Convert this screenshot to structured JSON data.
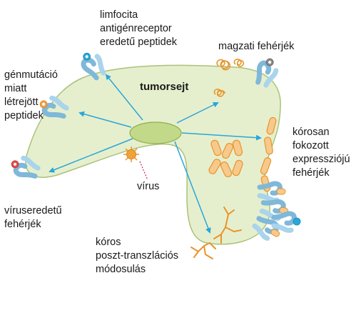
{
  "labels": {
    "cell": "tumorsejt",
    "lymphocyte": [
      "limfocita",
      "antigénreceptor",
      "eredetű peptidek"
    ],
    "fetal": "magzati fehérjék",
    "mutation": [
      "génmutáció",
      "miatt",
      "létrejött",
      "peptidek"
    ],
    "overexpressed": [
      "kórosan",
      "fokozott",
      "expressziójú",
      "fehérjék"
    ],
    "virus": "vírus",
    "viral_proteins": [
      "víruseredetű",
      "fehérjék"
    ],
    "ptm": [
      "kóros",
      "poszt-transzlációs",
      "módosulás"
    ]
  },
  "colors": {
    "cell_fill": "#e6efcd",
    "cell_stroke": "#a9c27a",
    "nucleus_fill": "#c3d98a",
    "nucleus_stroke": "#8fae4c",
    "arrow": "#2aa6d9",
    "receptor": "#a9d4ec",
    "receptor_dark": "#7fb8d9",
    "protein_orange": "#f2a24a",
    "protein_light": "#f8c98c",
    "virus": "#f0a437",
    "virus_line": "#d0285a",
    "red_peptide": "#e2504a"
  }
}
